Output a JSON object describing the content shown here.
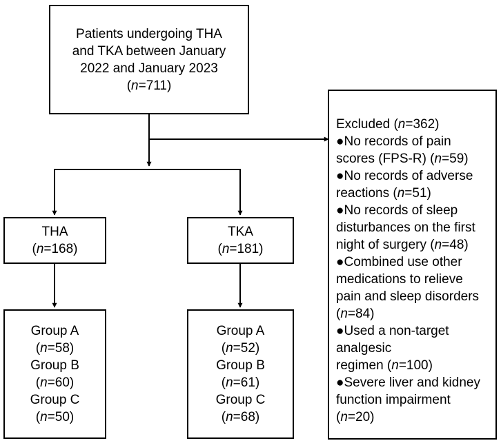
{
  "top": {
    "lines": [
      {
        "t": "Patients undergoing THA"
      },
      {
        "t": "and TKA between January"
      },
      {
        "t": "2022 and January 2023"
      },
      {
        "pre": "(",
        "n": "n",
        "post": "=711)"
      }
    ]
  },
  "excluded": {
    "lines": [
      {
        "pre": "Excluded (",
        "n": "n",
        "post": "=362)"
      },
      {
        "t": "●No records of pain"
      },
      {
        "pre": "scores (FPS-R) (",
        "n": "n",
        "post": "=59)"
      },
      {
        "t": "●No records of adverse"
      },
      {
        "pre": "reactions (",
        "n": "n",
        "post": "=51)"
      },
      {
        "t": "●No records of sleep"
      },
      {
        "t": "disturbances on the first"
      },
      {
        "pre": "night of surgery (",
        "n": "n",
        "post": "=48)"
      },
      {
        "t": "●Combined use other"
      },
      {
        "t": "medications to relieve"
      },
      {
        "t": "pain and sleep disorders"
      },
      {
        "pre": "(",
        "n": "n",
        "post": "=84)"
      },
      {
        "t": "●Used a non-target"
      },
      {
        "t": "analgesic"
      },
      {
        "pre": "regimen (",
        "n": "n",
        "post": "=100)"
      },
      {
        "t": "●Severe liver and kidney"
      },
      {
        "t": "function impairment"
      },
      {
        "pre": "(",
        "n": "n",
        "post": "=20)"
      }
    ]
  },
  "tha": {
    "lines": [
      {
        "t": "THA"
      },
      {
        "pre": "(",
        "n": "n",
        "post": "=168)"
      }
    ]
  },
  "tka": {
    "lines": [
      {
        "t": "TKA"
      },
      {
        "pre": "(",
        "n": "n",
        "post": "=181)"
      }
    ]
  },
  "tha_groups": {
    "lines": [
      {
        "t": "Group A"
      },
      {
        "pre": "(",
        "n": "n",
        "post": "=58)"
      },
      {
        "t": "Group B"
      },
      {
        "pre": "(",
        "n": "n",
        "post": "=60)"
      },
      {
        "t": "Group C"
      },
      {
        "pre": "(",
        "n": "n",
        "post": "=50)"
      }
    ]
  },
  "tka_groups": {
    "lines": [
      {
        "t": "Group A"
      },
      {
        "pre": "(",
        "n": "n",
        "post": "=52)"
      },
      {
        "t": "Group B"
      },
      {
        "pre": "(",
        "n": "n",
        "post": "=61)"
      },
      {
        "t": "Group C"
      },
      {
        "pre": "(",
        "n": "n",
        "post": "=68)"
      }
    ]
  }
}
